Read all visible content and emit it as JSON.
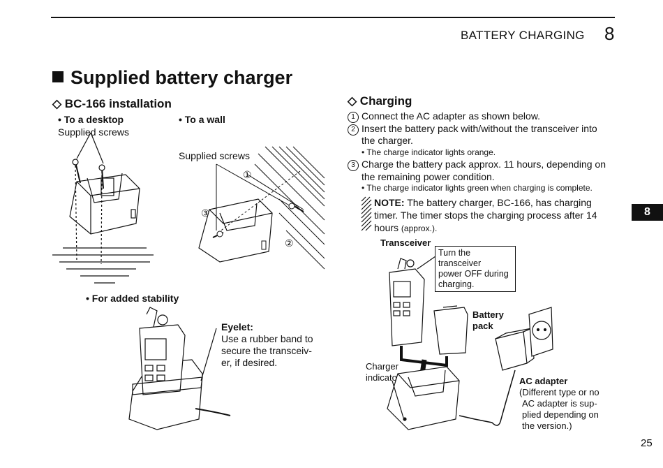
{
  "header": {
    "title": "BATTERY CHARGING",
    "chapter_number": "8"
  },
  "section": {
    "title": "Supplied battery charger"
  },
  "install": {
    "title": "BC-166 installation",
    "desktop": {
      "bullet": "• To a desktop",
      "screws_label": "Supplied screws"
    },
    "wall": {
      "bullet": "• To a wall",
      "screws_label": "Supplied screws",
      "callout_1": "①",
      "callout_2": "②",
      "callout_3": "③"
    },
    "stability": {
      "bullet": "• For added stability",
      "eyelet_title": "Eyelet:",
      "eyelet_line1": "Use a rubber band to",
      "eyelet_line2": "secure the transceiv-",
      "eyelet_line3": "er, if desired."
    }
  },
  "charging": {
    "title": "Charging",
    "step1_num": "1",
    "step1": "Connect the AC adapter as shown below.",
    "step2_num": "2",
    "step2_line1": "Insert the battery pack with/without the transceiver into",
    "step2_line2": "the charger.",
    "step2_note": "• The charge indicator lights orange.",
    "step3_num": "3",
    "step3_line1": "Charge the battery pack approx. 11 hours, depending on",
    "step3_line2": "the remaining power condition.",
    "step3_note": "• The charge indicator lights green when charging is complete.",
    "note_label": "NOTE:",
    "note_line1": "The battery charger, BC-166, has charging",
    "note_line2": "timer. The timer stops the charging process after 14",
    "note_line3": "hours",
    "note_approx": "(approx.)."
  },
  "figure": {
    "transceiver_label": "Transceiver",
    "callout_line1": "Turn the transceiver",
    "callout_line2": "power OFF during",
    "callout_line3": "charging.",
    "battery_line1": "Battery",
    "battery_line2": "pack",
    "charger_line1": "Charger",
    "charger_line2": "indicator",
    "ac_title": "AC adapter",
    "ac_line1": "(Different type or no",
    "ac_line2": "AC adapter is sup-",
    "ac_line3": "plied depending on",
    "ac_line4": "the version.)"
  },
  "side_tab": "8",
  "page_number": "25"
}
